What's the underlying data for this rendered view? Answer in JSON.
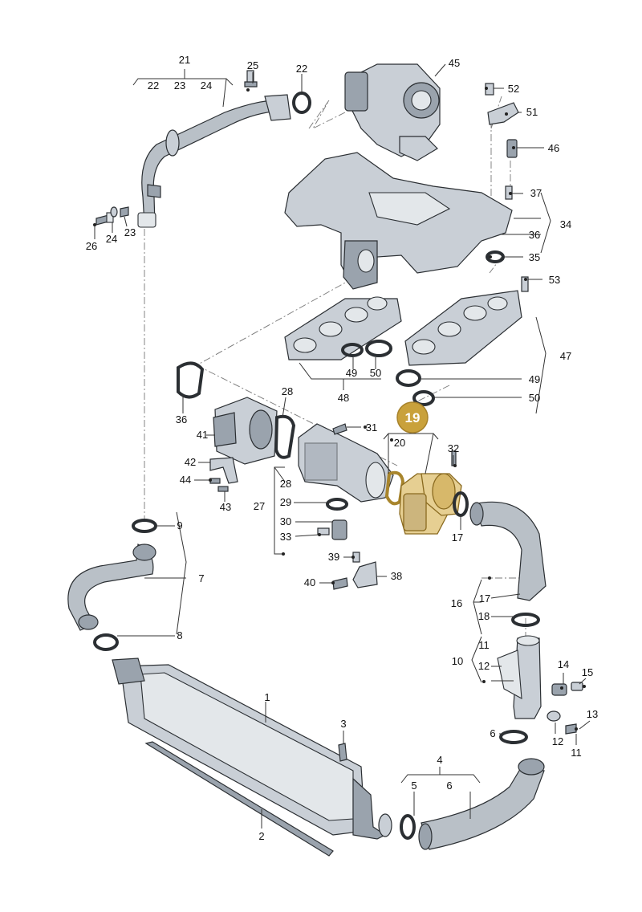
{
  "labels": {
    "l1": "1",
    "l2": "2",
    "l3": "3",
    "l4": "4",
    "l5": "5",
    "l6a": "6",
    "l6b": "6",
    "l7": "7",
    "l8": "8",
    "l9": "9",
    "l10": "10",
    "l11a": "11",
    "l11b": "11",
    "l12a": "12",
    "l12b": "12",
    "l13": "13",
    "l14": "14",
    "l15": "15",
    "l16": "16",
    "l17a": "17",
    "l17b": "17",
    "l18": "18",
    "l19": "19",
    "l20": "20",
    "l21": "21",
    "l22a": "22",
    "l22b": "22",
    "l23a": "23",
    "l23b": "23",
    "l24a": "24",
    "l24b": "24",
    "l25": "25",
    "l26": "26",
    "l27": "27",
    "l28a": "28",
    "l28b": "28",
    "l29": "29",
    "l30": "30",
    "l31": "31",
    "l32": "32",
    "l33": "33",
    "l34": "34",
    "l35": "35",
    "l36a": "36",
    "l36b": "36",
    "l37": "37",
    "l38": "38",
    "l39": "39",
    "l40": "40",
    "l41": "41",
    "l42": "42",
    "l43": "43",
    "l44": "44",
    "l45": "45",
    "l46": "46",
    "l47": "47",
    "l48": "48",
    "l49a": "49",
    "l49b": "49",
    "l50a": "50",
    "l50b": "50",
    "l51": "51",
    "l52": "52",
    "l53": "53"
  },
  "highlight": {
    "part": "19",
    "color": "#c9a13b"
  }
}
